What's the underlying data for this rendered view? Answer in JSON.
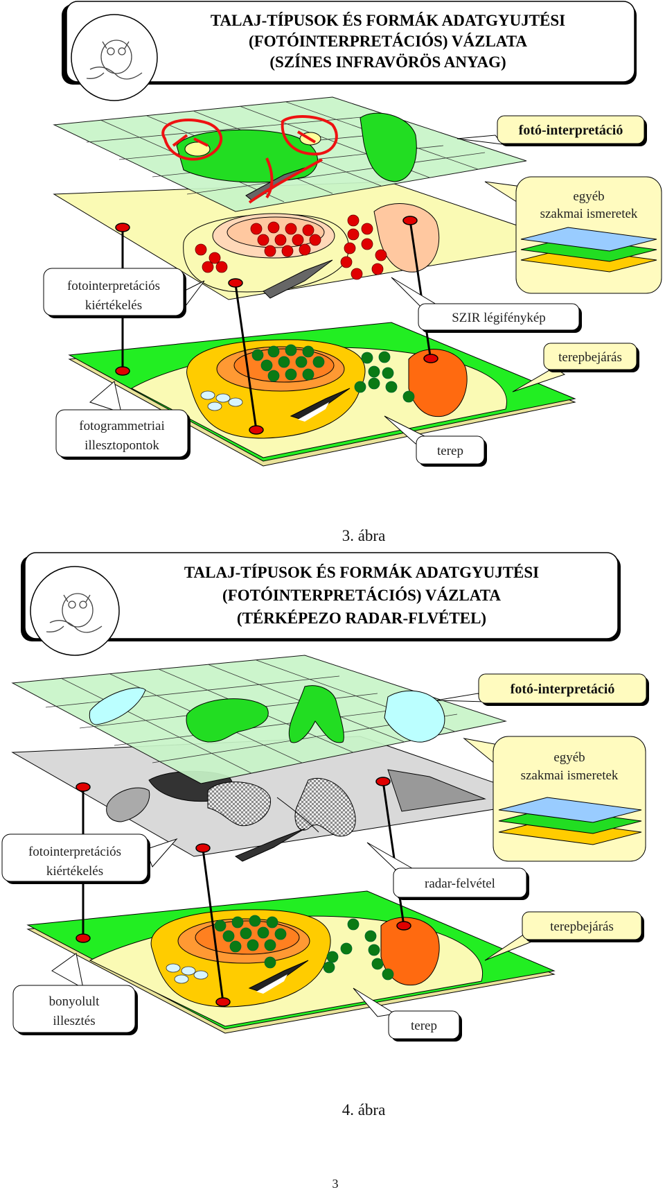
{
  "figure3": {
    "title_lines": [
      "TALAJ-TÍPUSOK ÉS FORMÁK ADATGYUJTÉSI",
      "(FOTÓINTERPRETÁCIÓS) VÁZLATA",
      "(SZÍNES INFRAVÖRÖS ANYAG)"
    ],
    "callouts": {
      "foto_interpretacio": "fotó-interpretáció",
      "egyeb_line1": "egyéb",
      "egyeb_line2": "szakmai ismeretek",
      "fotointerp_line1": "fotointerpretációs",
      "fotointerp_line2": "kiértékelés",
      "image_source": "SZIR légifénykép",
      "terepbejaras": "terepbejárás",
      "fotogramm_line1": "fotogrammetriai",
      "fotogramm_line2": "illesztopontok",
      "terep": "terep"
    },
    "caption": "3. ábra"
  },
  "figure4": {
    "title_lines": [
      "TALAJ-TÍPUSOK ÉS FORMÁK ADATGYUJTÉSI",
      "(FOTÓINTERPRETÁCIÓS) VÁZLATA",
      "(TÉRKÉPEZO RADAR-FLVÉTEL)"
    ],
    "callouts": {
      "foto_interpretacio": "fotó-interpretáció",
      "egyeb_line1": "egyéb",
      "egyeb_line2": "szakmai ismeretek",
      "fotointerp_line1": "fotointerpretációs",
      "fotointerp_line2": "kiértékelés",
      "image_source": "radar-felvétel",
      "terepbejaras": "terepbejárás",
      "fotogramm_line1": "bonyolult",
      "fotogramm_line2": "illesztés",
      "terep": "terep"
    },
    "caption": "4. ábra"
  },
  "page_number": "3",
  "colors": {
    "grid_layer": "#c8f5c8",
    "interp_layer": "#fafab4",
    "radar_layer": "#d9d9d9",
    "ground_green": "#22ee22",
    "ground_yellow": "#ffcc00",
    "red_markers": "#e00000",
    "dark_green_dots": "#0a7a14",
    "blue_layer": "#99ccff"
  }
}
